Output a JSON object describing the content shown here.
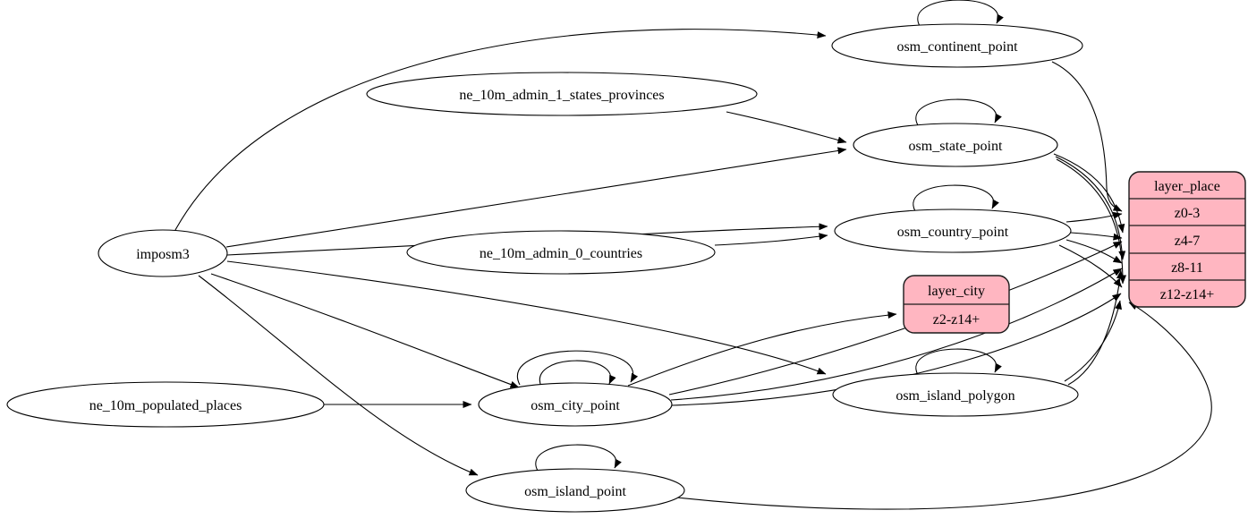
{
  "diagram": {
    "type": "etl-graph",
    "colors": {
      "background": "#ffffff",
      "node_fill": "#ffffff",
      "node_stroke": "#000000",
      "edge": "#000000",
      "record_fill": "#ffb6c1"
    },
    "nodes": {
      "imposm3": {
        "label": "imposm3"
      },
      "ne_10m_admin_1_states_provinces": {
        "label": "ne_10m_admin_1_states_provinces"
      },
      "ne_10m_admin_0_countries": {
        "label": "ne_10m_admin_0_countries"
      },
      "ne_10m_populated_places": {
        "label": "ne_10m_populated_places"
      },
      "osm_continent_point": {
        "label": "osm_continent_point"
      },
      "osm_state_point": {
        "label": "osm_state_point"
      },
      "osm_country_point": {
        "label": "osm_country_point"
      },
      "osm_city_point": {
        "label": "osm_city_point"
      },
      "osm_island_polygon": {
        "label": "osm_island_polygon"
      },
      "osm_island_point": {
        "label": "osm_island_point"
      }
    },
    "records": {
      "layer_place": {
        "title": "layer_place",
        "rows": [
          "z0-3",
          "z4-7",
          "z8-11",
          "z12-z14+"
        ]
      },
      "layer_city": {
        "title": "layer_city",
        "rows": [
          "z2-z14+"
        ]
      }
    },
    "edges": [
      {
        "from": "imposm3",
        "to": "osm_continent_point"
      },
      {
        "from": "imposm3",
        "to": "osm_state_point"
      },
      {
        "from": "imposm3",
        "to": "osm_country_point"
      },
      {
        "from": "imposm3",
        "to": "osm_city_point"
      },
      {
        "from": "imposm3",
        "to": "osm_island_polygon"
      },
      {
        "from": "imposm3",
        "to": "osm_island_point"
      },
      {
        "from": "ne_10m_admin_1_states_provinces",
        "to": "osm_state_point"
      },
      {
        "from": "ne_10m_admin_0_countries",
        "to": "osm_country_point"
      },
      {
        "from": "ne_10m_populated_places",
        "to": "osm_city_point"
      },
      {
        "from": "osm_continent_point",
        "to": "osm_continent_point"
      },
      {
        "from": "osm_state_point",
        "to": "osm_state_point"
      },
      {
        "from": "osm_country_point",
        "to": "osm_country_point"
      },
      {
        "from": "osm_city_point",
        "to": "osm_city_point"
      },
      {
        "from": "osm_city_point",
        "to": "osm_city_point"
      },
      {
        "from": "osm_island_polygon",
        "to": "osm_island_polygon"
      },
      {
        "from": "osm_island_point",
        "to": "osm_island_point"
      },
      {
        "from": "osm_continent_point",
        "to": "layer_place:z0-3"
      },
      {
        "from": "osm_country_point",
        "to": "layer_place:z0-3"
      },
      {
        "from": "osm_country_point",
        "to": "layer_place:z4-7"
      },
      {
        "from": "osm_state_point",
        "to": "layer_place:z4-7"
      },
      {
        "from": "osm_city_point",
        "to": "layer_place:z4-7"
      },
      {
        "from": "osm_state_point",
        "to": "layer_place:z8-11"
      },
      {
        "from": "osm_country_point",
        "to": "layer_place:z8-11"
      },
      {
        "from": "osm_city_point",
        "to": "layer_place:z8-11"
      },
      {
        "from": "osm_island_polygon",
        "to": "layer_place:z8-11"
      },
      {
        "from": "osm_state_point",
        "to": "layer_place:z12-z14+"
      },
      {
        "from": "osm_country_point",
        "to": "layer_place:z12-z14+"
      },
      {
        "from": "osm_city_point",
        "to": "layer_place:z12-z14+"
      },
      {
        "from": "osm_island_polygon",
        "to": "layer_place:z12-z14+"
      },
      {
        "from": "osm_island_point",
        "to": "layer_place:z12-z14+"
      },
      {
        "from": "osm_city_point",
        "to": "layer_city:z2-z14+"
      }
    ]
  }
}
